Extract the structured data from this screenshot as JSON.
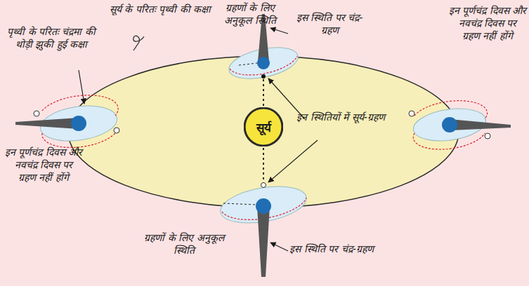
{
  "diagram": {
    "nodes": [
      {
        "text": [
          "सूर्य"
        ]
      }
    ],
    "labels": [
      "सूर्य के परितः पृथ्वी की कक्षा",
      "पृथ्वी के परितः चंद्रमा की थोड़ी झुकी हुई कक्षा",
      "ग्रहणों के लिए अनुकूल स्थिति",
      "इस स्थिति पर चंद्र-ग्रहण",
      "इन पूर्णचंद्र दिवस और नवचंद्र दिवस पर ग्रहण नहीं होंगे",
      "इन पूर्णचंद्र दिवस और नवचंद्र दिवस पर ग्रहण नहीं होंगे",
      "इन स्थितियों में सूर्य-ग्रहण",
      "ग्रहणों के लिए अनुकूल स्थिति",
      "इस स्थिति पर चंद्र-ग्रहण"
    ]
  }
}
